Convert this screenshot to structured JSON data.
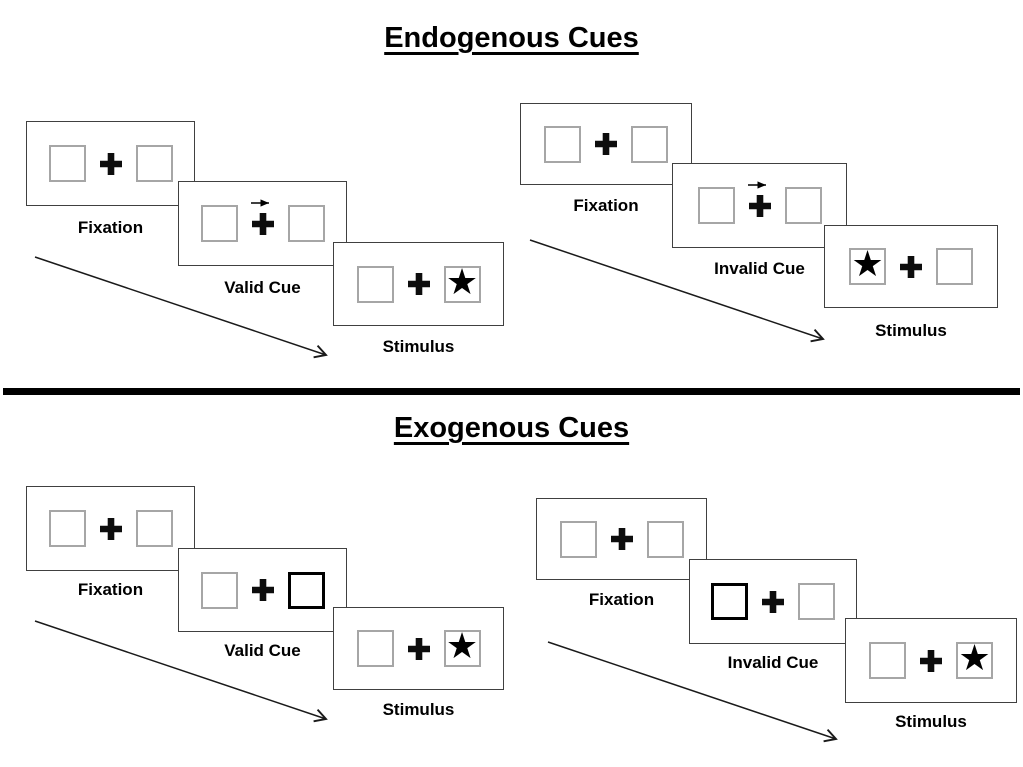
{
  "icons": {
    "star": "★"
  },
  "colors": {
    "ink": "#000000",
    "panel_border": "#404040",
    "square_border": "#a6a6a6",
    "bold_cue_border": "#000000",
    "divider": "#000000"
  },
  "sections": [
    {
      "id": "endogenous",
      "title": "Endogenous Cues",
      "trials": [
        {
          "id": "endo-valid",
          "panels": [
            {
              "type": "fixation",
              "label": "Fixation"
            },
            {
              "type": "cue",
              "label": "Valid Cue",
              "cue_type": "central-arrow-right"
            },
            {
              "type": "stimulus",
              "label": "Stimulus",
              "target_side": "right"
            }
          ]
        },
        {
          "id": "endo-invalid",
          "panels": [
            {
              "type": "fixation",
              "label": "Fixation"
            },
            {
              "type": "cue",
              "label": "Invalid Cue",
              "cue_type": "central-arrow-right"
            },
            {
              "type": "stimulus",
              "label": "Stimulus",
              "target_side": "left"
            }
          ]
        }
      ]
    },
    {
      "id": "exogenous",
      "title": "Exogenous Cues",
      "trials": [
        {
          "id": "exo-valid",
          "panels": [
            {
              "type": "fixation",
              "label": "Fixation"
            },
            {
              "type": "cue",
              "label": "Valid Cue",
              "cue_type": "peripheral-box-right"
            },
            {
              "type": "stimulus",
              "label": "Stimulus",
              "target_side": "right"
            }
          ]
        },
        {
          "id": "exo-invalid",
          "panels": [
            {
              "type": "fixation",
              "label": "Fixation"
            },
            {
              "type": "cue",
              "label": "Invalid Cue",
              "cue_type": "peripheral-box-left"
            },
            {
              "type": "stimulus",
              "label": "Stimulus",
              "target_side": "right"
            }
          ]
        }
      ]
    }
  ]
}
